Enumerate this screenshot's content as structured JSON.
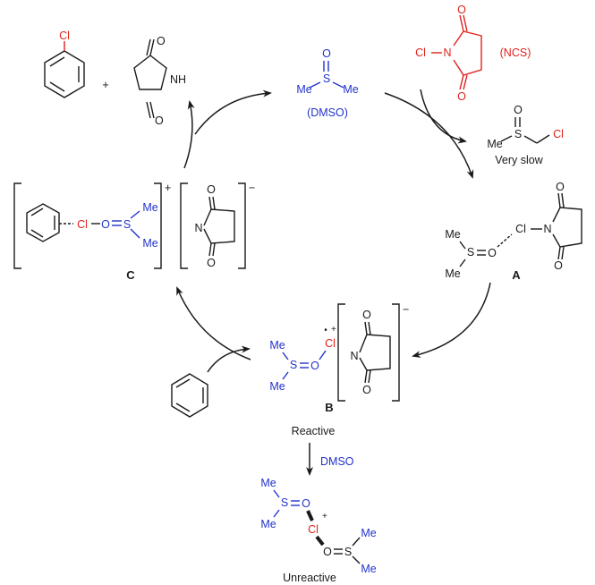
{
  "colors": {
    "reagent": "#e0221b",
    "dmso": "#2233cc",
    "text": "#1a1a1a"
  },
  "atoms": {
    "cl": "Cl",
    "n": "N",
    "nh": "NH",
    "o": "O",
    "s": "S",
    "me": "Me",
    "plus": "+",
    "minus": "−",
    "dot": "•"
  },
  "labels": {
    "dmso": "(DMSO)",
    "ncs": "(NCS)",
    "very_slow": "Very slow",
    "reactive": "Reactive",
    "unreactive": "Unreactive",
    "arrow_dmso": "DMSO"
  },
  "compounds": {
    "a": "A",
    "b": "B",
    "c": "C"
  }
}
